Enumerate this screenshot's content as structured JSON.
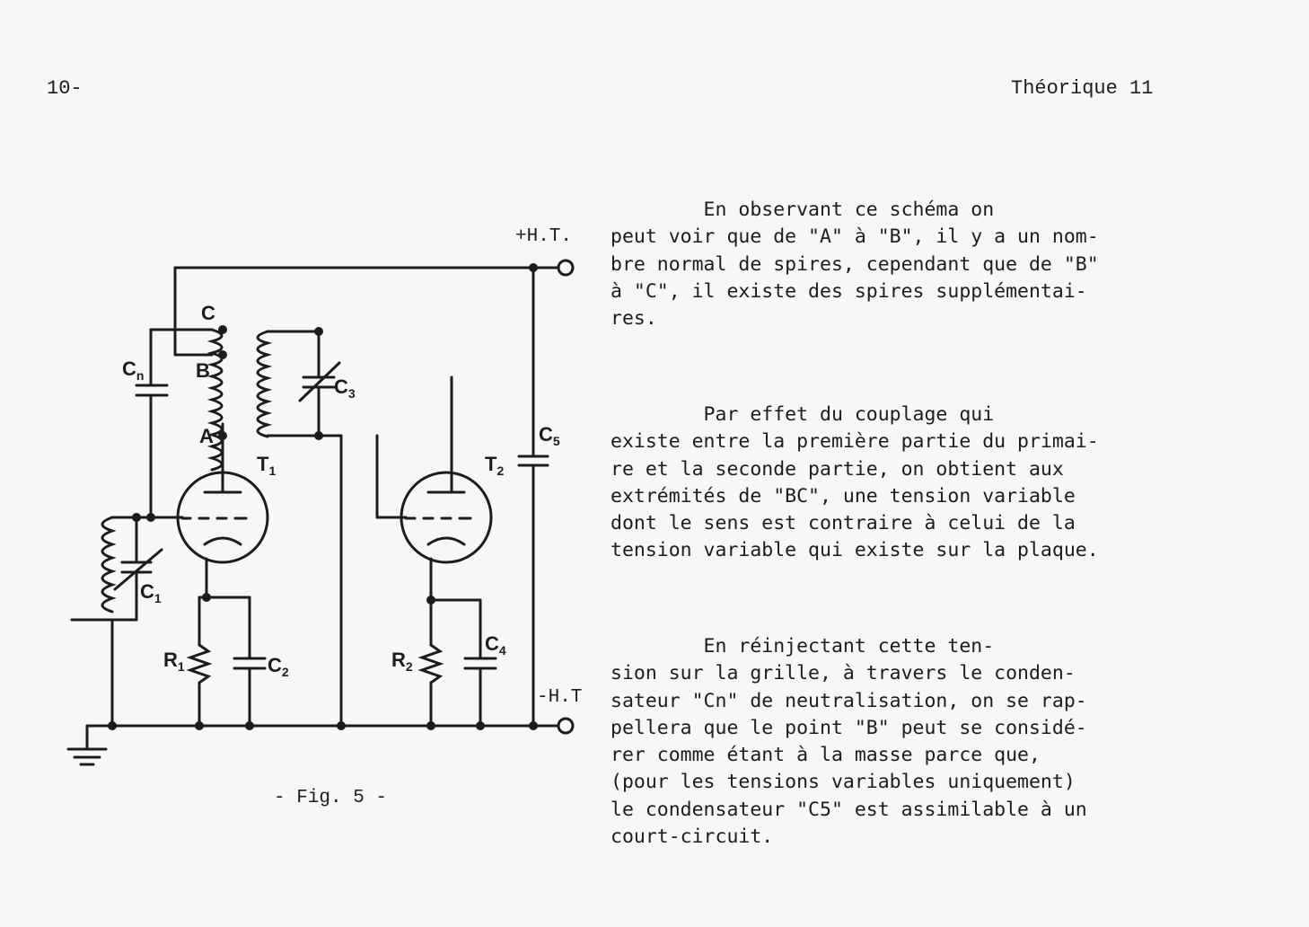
{
  "header": {
    "left": "10-",
    "right": "Théorique 11"
  },
  "paragraphs": {
    "p1": [
      "        En observant ce schéma on",
      "peut voir que de \"A\" à \"B\", il y a un nom-",
      "bre normal de spires, cependant que de \"B\"",
      "à \"C\", il existe des spires supplémentai-",
      "res."
    ],
    "p2": [
      "        Par effet du couplage qui",
      "existe entre la première partie du primai-",
      "re et la seconde partie, on obtient aux",
      "extrémités de \"BC\", une tension variable",
      "dont le sens est contraire à celui de la",
      "tension variable qui existe sur la plaque."
    ],
    "p3": [
      "        En réinjectant cette ten-",
      "sion sur la grille, à travers le conden-",
      "sateur \"Cn\" de neutralisation, on se rap-",
      "pellera que le point \"B\" peut se considé-",
      "rer comme étant à la masse parce que,",
      "(pour les tensions variables uniquement)",
      "le condensateur \"C5\" est assimilable à un",
      "court-circuit."
    ]
  },
  "circuit": {
    "ht_plus": "+H.T.",
    "ht_minus": "-H.T",
    "caption": "- Fig. 5 -",
    "nodes": {
      "c": "C",
      "b": "B",
      "a": "A"
    },
    "labels": {
      "cn": "C",
      "cn_sub": "n",
      "c3": "C",
      "c3_sub": "3",
      "t1": "T",
      "t1_sub": "1",
      "t2": "T",
      "t2_sub": "2",
      "c5": "C",
      "c5_sub": "5",
      "c1": "C",
      "c1_sub": "1",
      "r1": "R",
      "r1_sub": "1",
      "c2": "C",
      "c2_sub": "2",
      "r2": "R",
      "r2_sub": "2",
      "c4": "C",
      "c4_sub": "4"
    }
  }
}
